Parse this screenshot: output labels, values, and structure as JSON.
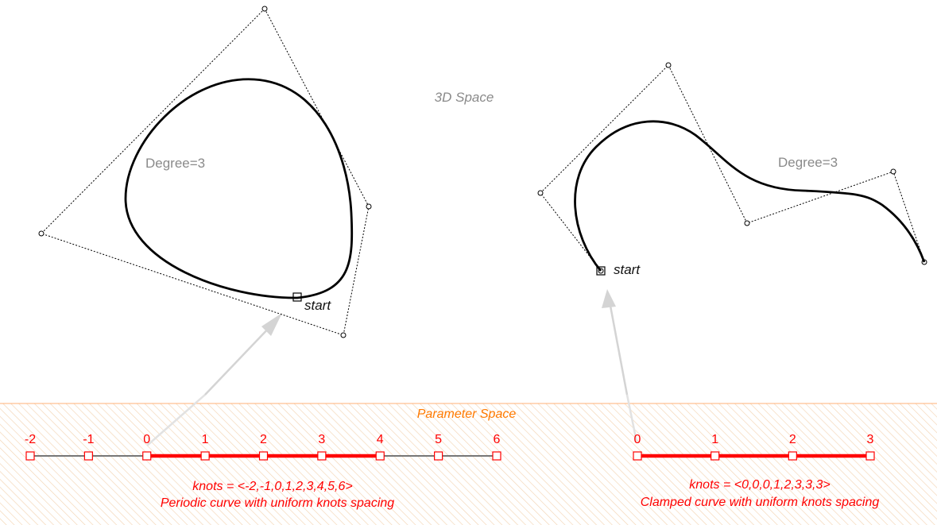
{
  "colors": {
    "curve": "#000000",
    "polygon": "#000000",
    "arrow": "#d4d4d4",
    "param_label": "#ff7a00",
    "hatch": "#f4d5b4",
    "knot_active": "#ff0000",
    "knot_inactive": "#777777",
    "caption": "#ff0000",
    "gray_label": "#8a8a8a"
  },
  "space_label": "3D Space",
  "param_space_label": "Parameter Space",
  "periodic": {
    "degree_label": "Degree=3",
    "start_label": "start",
    "ticks": [
      "-2",
      "-1",
      "0",
      "1",
      "2",
      "3",
      "4",
      "5",
      "6"
    ],
    "active_range": [
      2,
      6
    ],
    "knots_text": "knots = <-2,-1,0,1,2,3,4,5,6>",
    "caption": "Periodic curve with uniform knots spacing"
  },
  "clamped": {
    "degree_label": "Degree=3",
    "start_label": "start",
    "ticks": [
      "0",
      "1",
      "2",
      "3"
    ],
    "active_range": [
      0,
      3
    ],
    "knots_text": "knots = <0,0,0,1,2,3,3,3>",
    "caption": "Clamped curve with uniform knots spacing"
  }
}
